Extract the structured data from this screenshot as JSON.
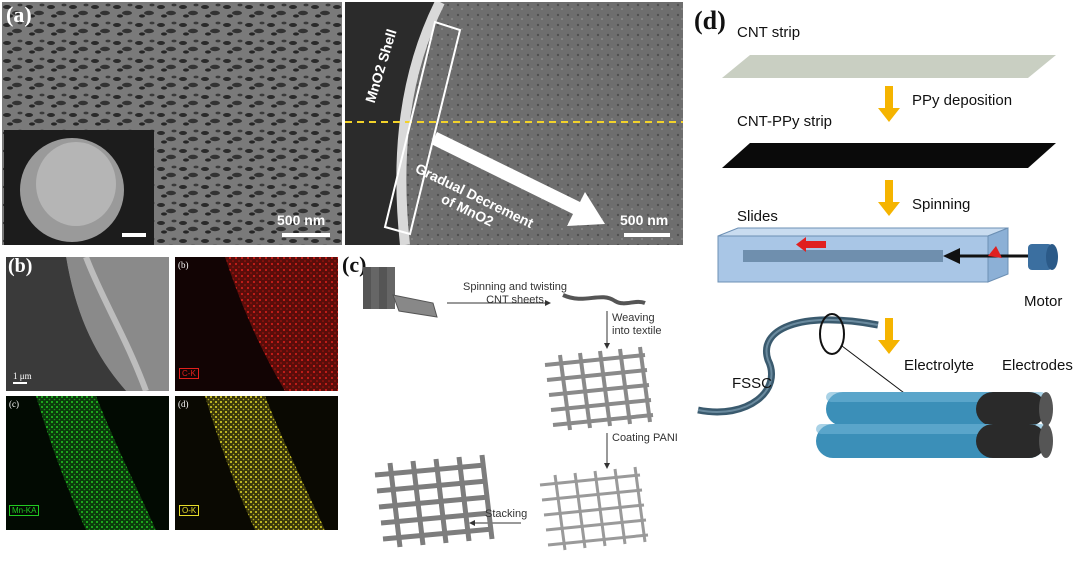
{
  "panel_a": {
    "letter": "(a)",
    "left_scale": "500 nm",
    "right_scale": "500 nm",
    "shell_label": "MnO2 Shell",
    "arrow_label_line1": "Gradual Decrement",
    "arrow_label_line2": "of MnO2"
  },
  "panel_b": {
    "letter": "(b)",
    "sub_b": "(b)",
    "sub_c": "(c)",
    "sub_d": "(d)",
    "scale": "1 μm",
    "label_ck": "C-K",
    "label_mn": "Mn-KA",
    "label_ok": "O-K",
    "colors": {
      "carbon": "#e0201c",
      "manganese": "#22c922",
      "oxygen": "#e6dc2a"
    }
  },
  "panel_c": {
    "letter": "(c)",
    "step1_line1": "Spinning and twisting",
    "step1_line2": "CNT sheets",
    "step2_line1": "Weaving",
    "step2_line2": "into textile",
    "step3": "Coating PANI",
    "step4": "Stacking"
  },
  "panel_d": {
    "letter": "(d)",
    "cnt_strip": "CNT strip",
    "ppy_deposition": "PPy deposition",
    "cnt_ppy_strip": "CNT-PPy strip",
    "spinning": "Spinning",
    "slides": "Slides",
    "motor": "Motor",
    "fssc": "FSSC",
    "electrolyte": "Electrolyte",
    "electrodes": "Electrodes",
    "colors": {
      "arrow": "#f5b400",
      "strip": "#c9cfc2",
      "glass": "#a9c6e6",
      "fiber": "#3b8fb8",
      "red": "#e02020"
    }
  }
}
